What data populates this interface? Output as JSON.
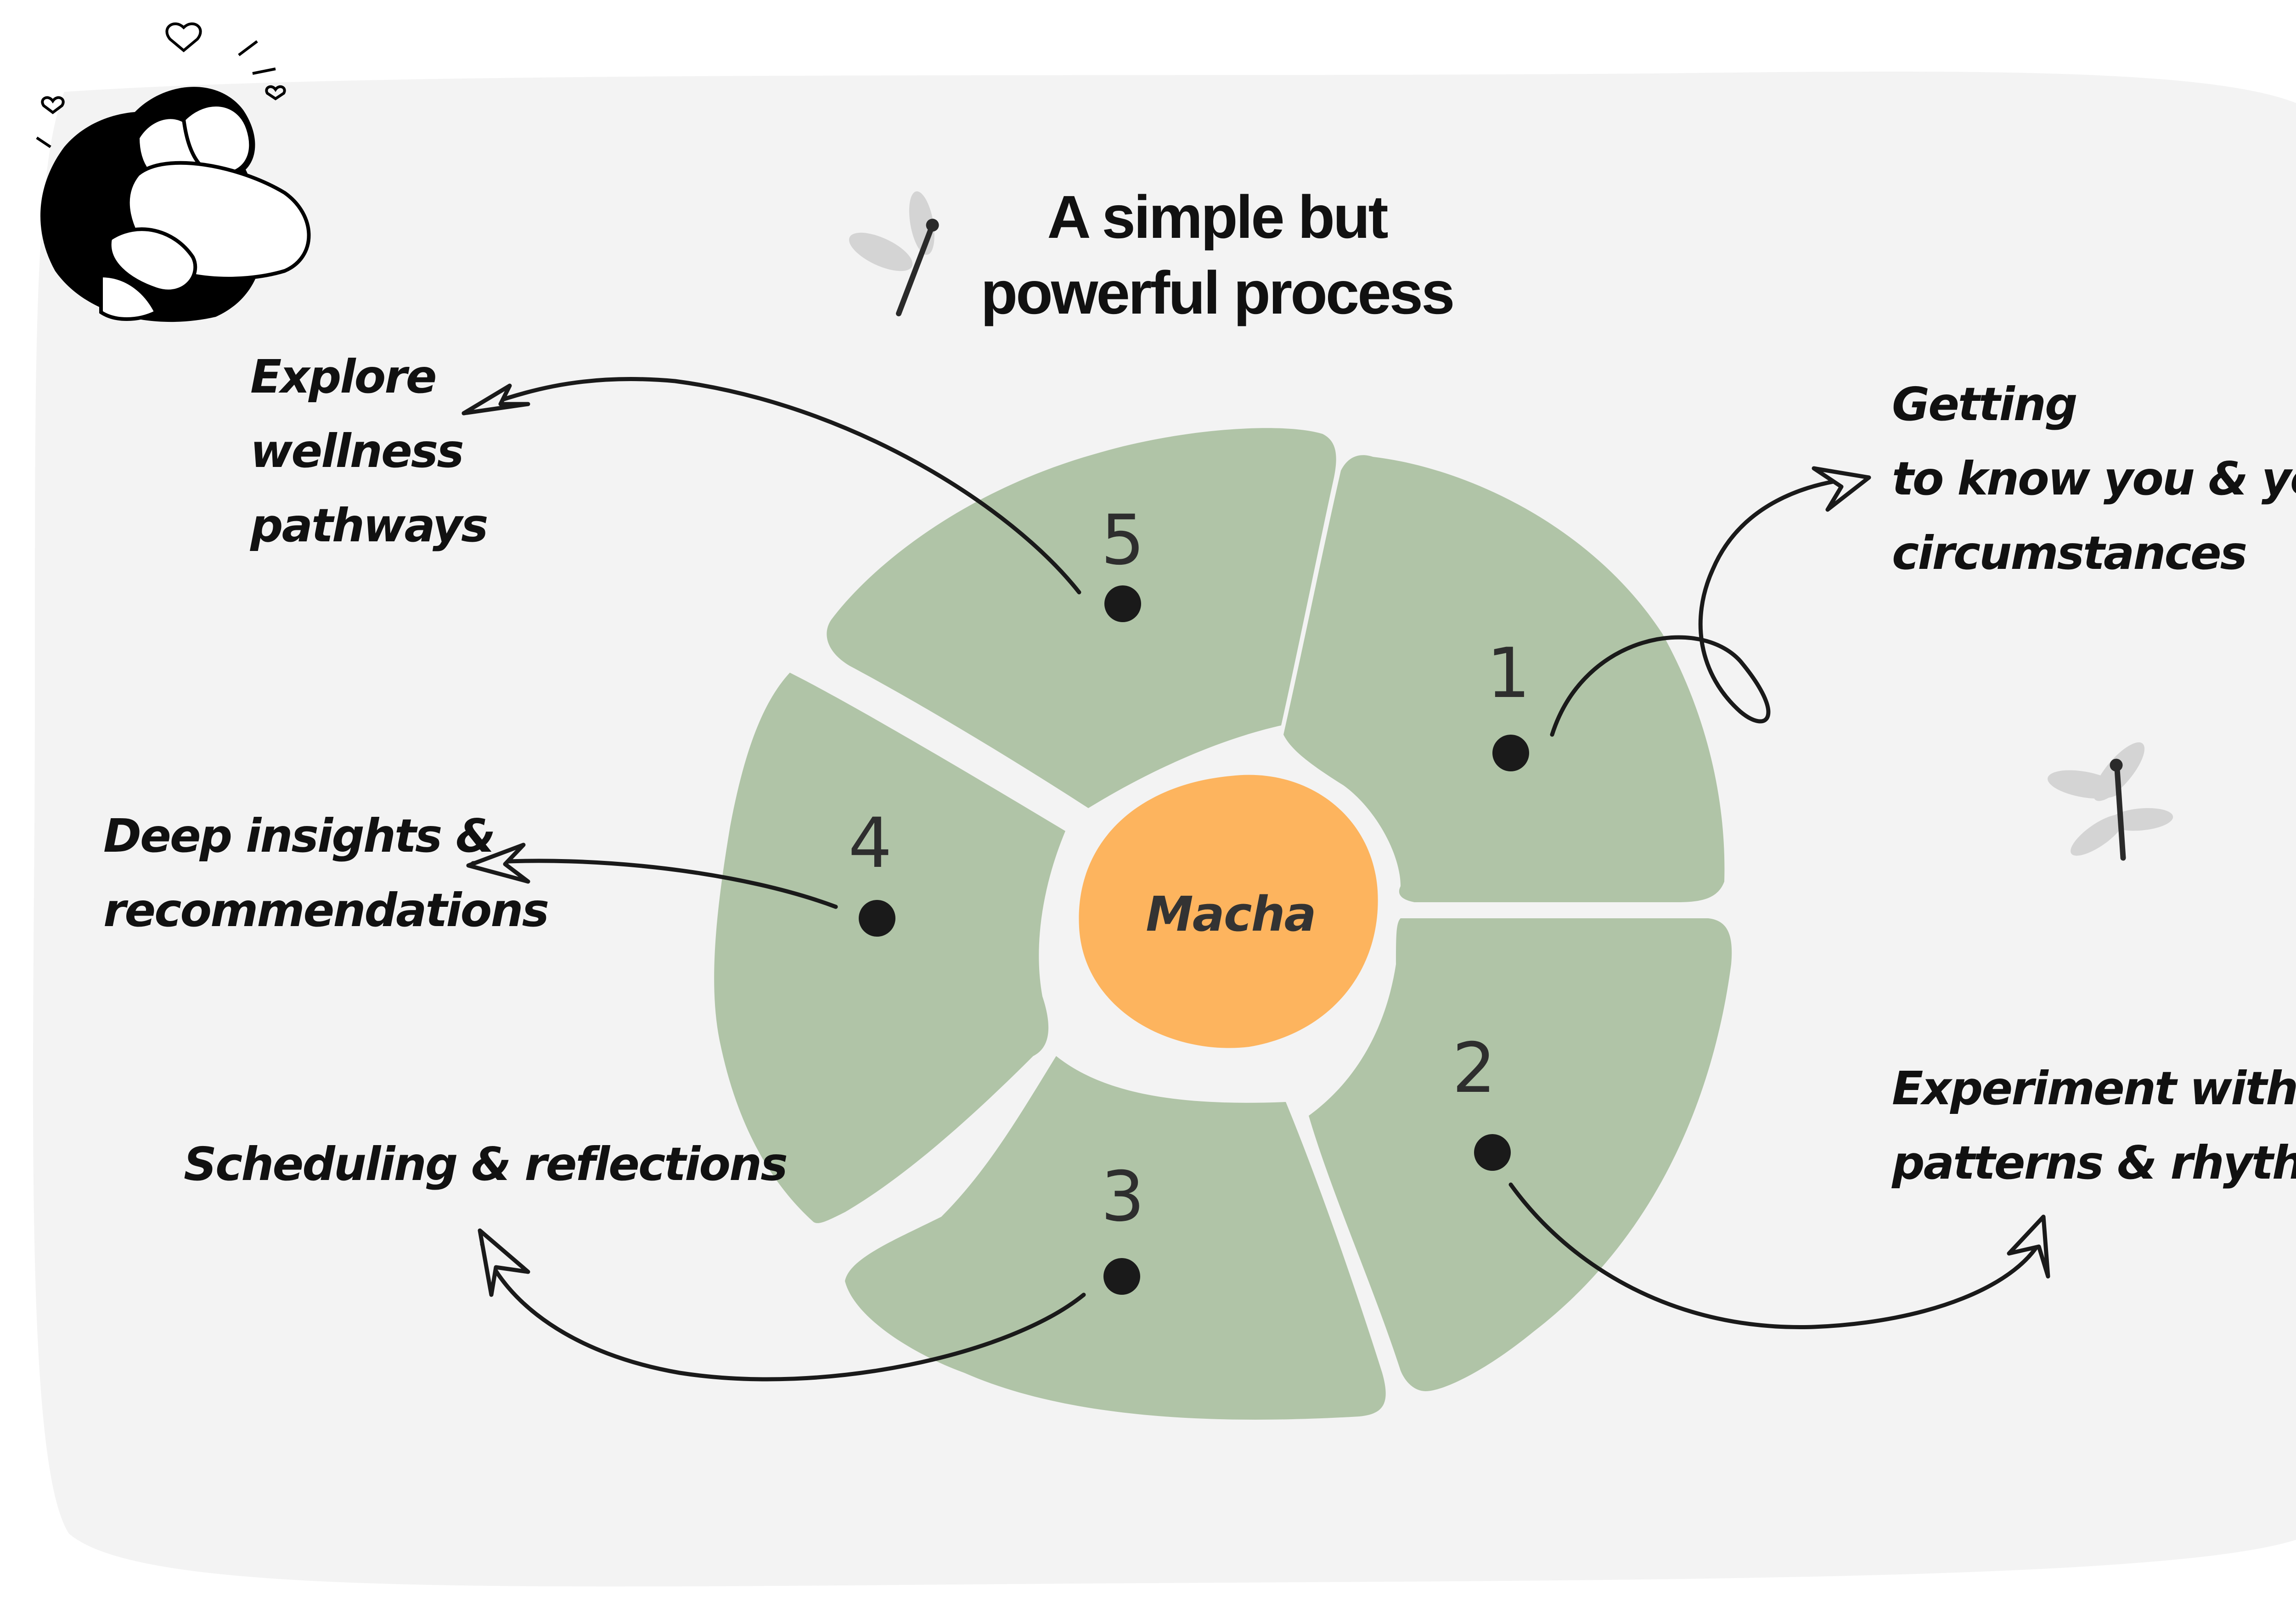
{
  "title": {
    "line1": "A simple but",
    "line2": "powerful process"
  },
  "center": {
    "label": "Macha"
  },
  "steps": [
    {
      "number": "1",
      "label_lines": [
        "Getting",
        "to know you & your",
        "circumstances"
      ]
    },
    {
      "number": "2",
      "label_lines": [
        "Experiment with",
        "patterns & rhythms"
      ]
    },
    {
      "number": "3",
      "label_lines": [
        "Scheduling & reflections"
      ]
    },
    {
      "number": "4",
      "label_lines": [
        "Deep insights &",
        "recommendations"
      ]
    },
    {
      "number": "5",
      "label_lines": [
        "Explore",
        "wellness",
        "pathways"
      ]
    }
  ],
  "colors": {
    "background": "#f3f3f3",
    "segment": "#b0c4a7",
    "center": "#fdb45e",
    "ink": "#1a1a1a"
  },
  "decorations": [
    "hugging-couple-illustration",
    "dragonfly-icon",
    "dragonfly-icon"
  ]
}
